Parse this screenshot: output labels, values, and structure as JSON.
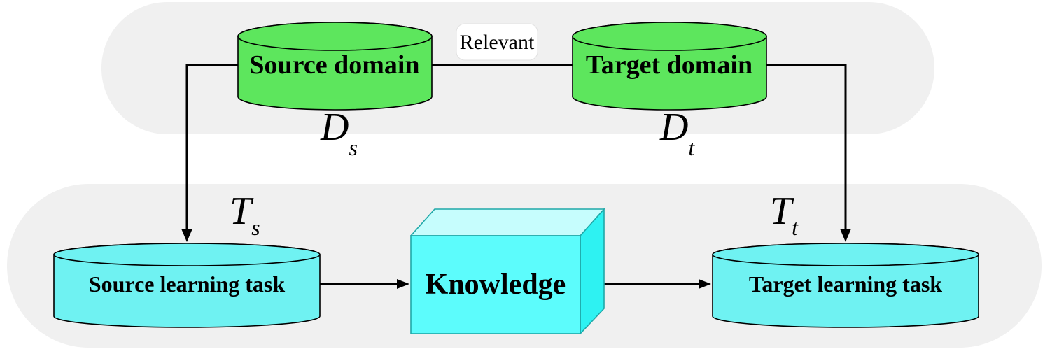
{
  "diagram": {
    "relevant": {
      "label": "Relevant"
    },
    "nodes": {
      "source_domain": {
        "label": "Source domain",
        "symbol": "D",
        "subscript": "s"
      },
      "target_domain": {
        "label": "Target domain",
        "symbol": "D",
        "subscript": "t"
      },
      "source_task": {
        "label": "Source learning task",
        "symbol": "T",
        "subscript": "s"
      },
      "target_task": {
        "label": "Target learning task",
        "symbol": "T",
        "subscript": "t"
      },
      "knowledge": {
        "label": "Knowledge"
      }
    },
    "colors": {
      "band": "#f0f0f0",
      "domain_fill": "#5de65d",
      "task_fill": "#6ff2f2",
      "box_front": "#5cfcfc",
      "box_top": "#c6fdfd",
      "box_side": "#2ef2f2",
      "relevant_bg": "#ffffff",
      "line": "#000000"
    }
  }
}
